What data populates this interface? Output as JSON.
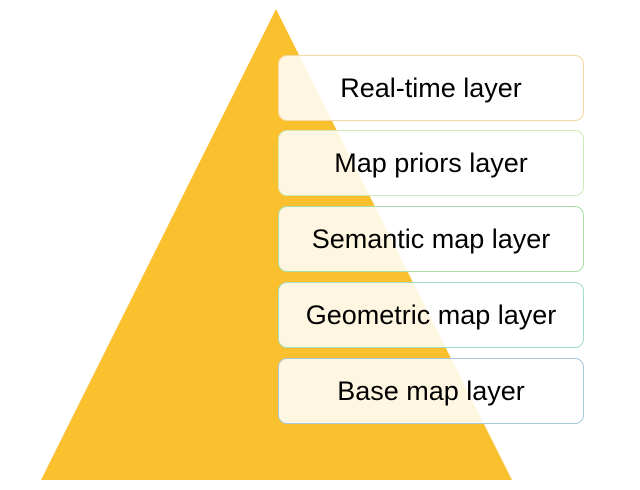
{
  "diagram": {
    "colors": {
      "pyramid_fill": "#FBC02D",
      "box_fill": "#FFFFFF"
    },
    "layers": [
      {
        "label": "Real-time layer"
      },
      {
        "label": "Map priors layer"
      },
      {
        "label": "Semantic map layer"
      },
      {
        "label": "Geometric map layer"
      },
      {
        "label": "Base map layer"
      }
    ]
  }
}
